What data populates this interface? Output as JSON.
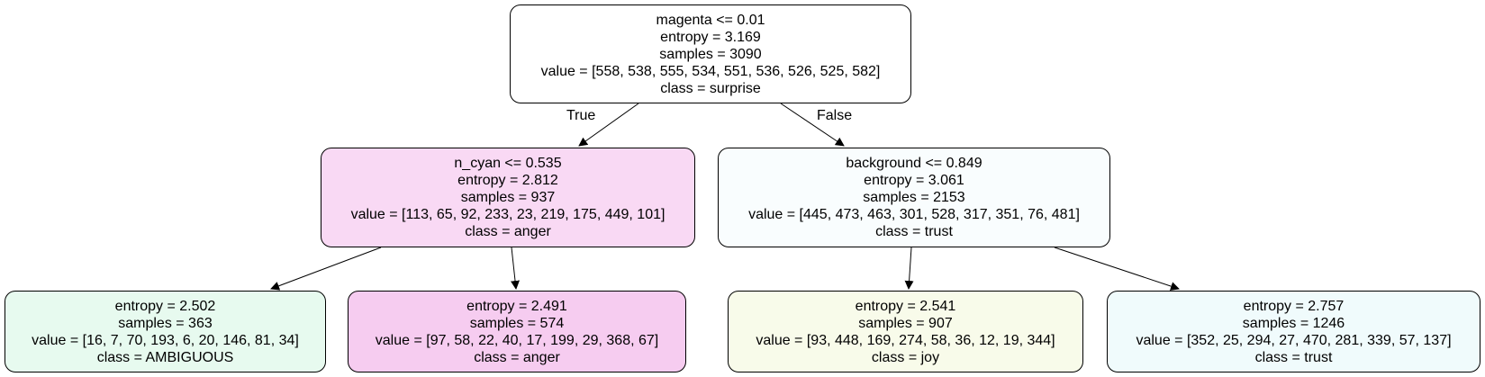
{
  "tree": {
    "nodes": [
      {
        "id": "n0",
        "lines": [
          "magenta <= 0.01",
          "entropy = 3.169",
          "samples = 3090",
          "value = [558, 538, 555, 534, 551, 536, 526, 525, 582]",
          "class = surprise"
        ],
        "fill": "#ffffff"
      },
      {
        "id": "n1",
        "lines": [
          "n_cyan <= 0.535",
          "entropy = 2.812",
          "samples = 937",
          "value = [113, 65, 92, 233, 23, 219, 175, 449, 101]",
          "class = anger"
        ],
        "fill": "#f9d9f4"
      },
      {
        "id": "n2",
        "lines": [
          "background <= 0.849",
          "entropy = 3.061",
          "samples = 2153",
          "value = [445, 473, 463, 301, 528, 317, 351, 76, 481]",
          "class = trust"
        ],
        "fill": "#f9fdfe"
      },
      {
        "id": "n3",
        "lines": [
          "entropy = 2.502",
          "samples = 363",
          "value = [16, 7, 70, 193, 6, 20, 146, 81, 34]",
          "class = AMBIGUOUS"
        ],
        "fill": "#e7faef"
      },
      {
        "id": "n4",
        "lines": [
          "entropy = 2.491",
          "samples = 574",
          "value = [97, 58, 22, 40, 17, 199, 29, 368, 67]",
          "class = anger"
        ],
        "fill": "#f6ccf0"
      },
      {
        "id": "n5",
        "lines": [
          "entropy = 2.541",
          "samples = 907",
          "value = [93, 448, 169, 274, 58, 36, 12, 19, 344]",
          "class = joy"
        ],
        "fill": "#f8fbea"
      },
      {
        "id": "n6",
        "lines": [
          "entropy = 2.757",
          "samples = 1246",
          "value = [352, 25, 294, 27, 470, 281, 339, 57, 137]",
          "class = trust"
        ],
        "fill": "#f0fbfc"
      }
    ],
    "edges": [
      {
        "from": "n0",
        "to": "n1",
        "label": "True"
      },
      {
        "from": "n0",
        "to": "n2",
        "label": "False"
      },
      {
        "from": "n1",
        "to": "n3",
        "label": ""
      },
      {
        "from": "n1",
        "to": "n4",
        "label": ""
      },
      {
        "from": "n2",
        "to": "n5",
        "label": ""
      },
      {
        "from": "n2",
        "to": "n6",
        "label": ""
      }
    ]
  }
}
